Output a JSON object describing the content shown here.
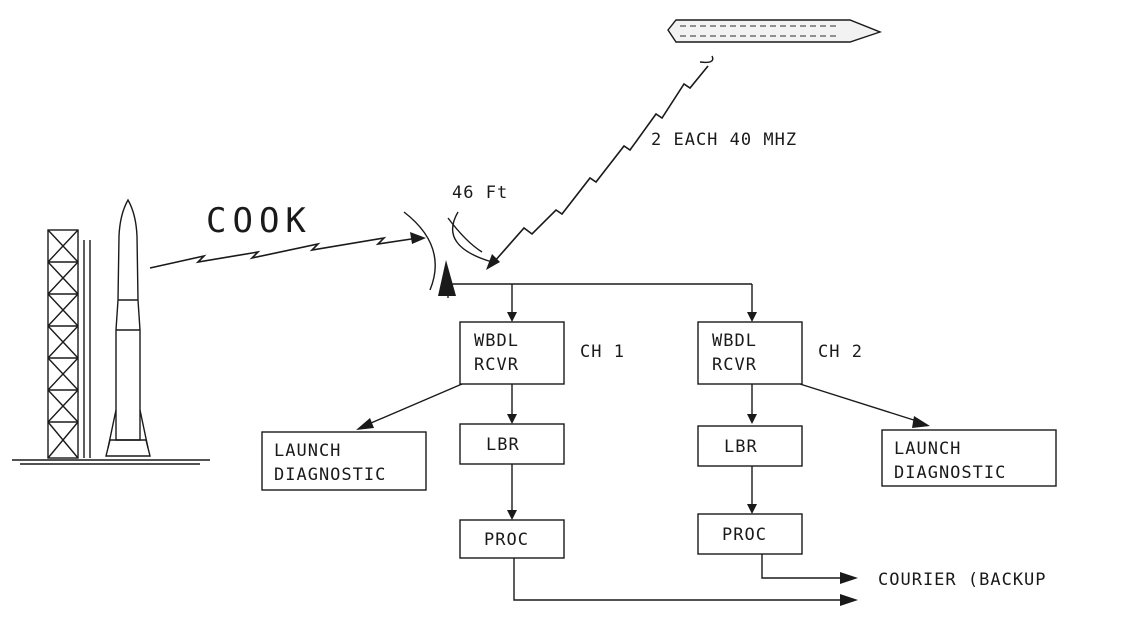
{
  "labels": {
    "cook": "COOK",
    "satellite_link": "2 EACH 40 MHZ",
    "antenna_size": "46 Ft",
    "courier": "COURIER (BACKUP"
  },
  "chain_1": {
    "receiver_line1": "WBDL",
    "receiver_line2": "RCVR",
    "channel": "CH 1",
    "diagnostic_line1": "LAUNCH",
    "diagnostic_line2": "DIAGNOSTIC",
    "recorder": "LBR",
    "processor": "PROC"
  },
  "chain_2": {
    "receiver_line1": "WBDL",
    "receiver_line2": "RCVR",
    "channel": "CH 2",
    "diagnostic_line1": "LAUNCH",
    "diagnostic_line2": "DIAGNOSTIC",
    "recorder": "LBR",
    "processor": "PROC"
  }
}
